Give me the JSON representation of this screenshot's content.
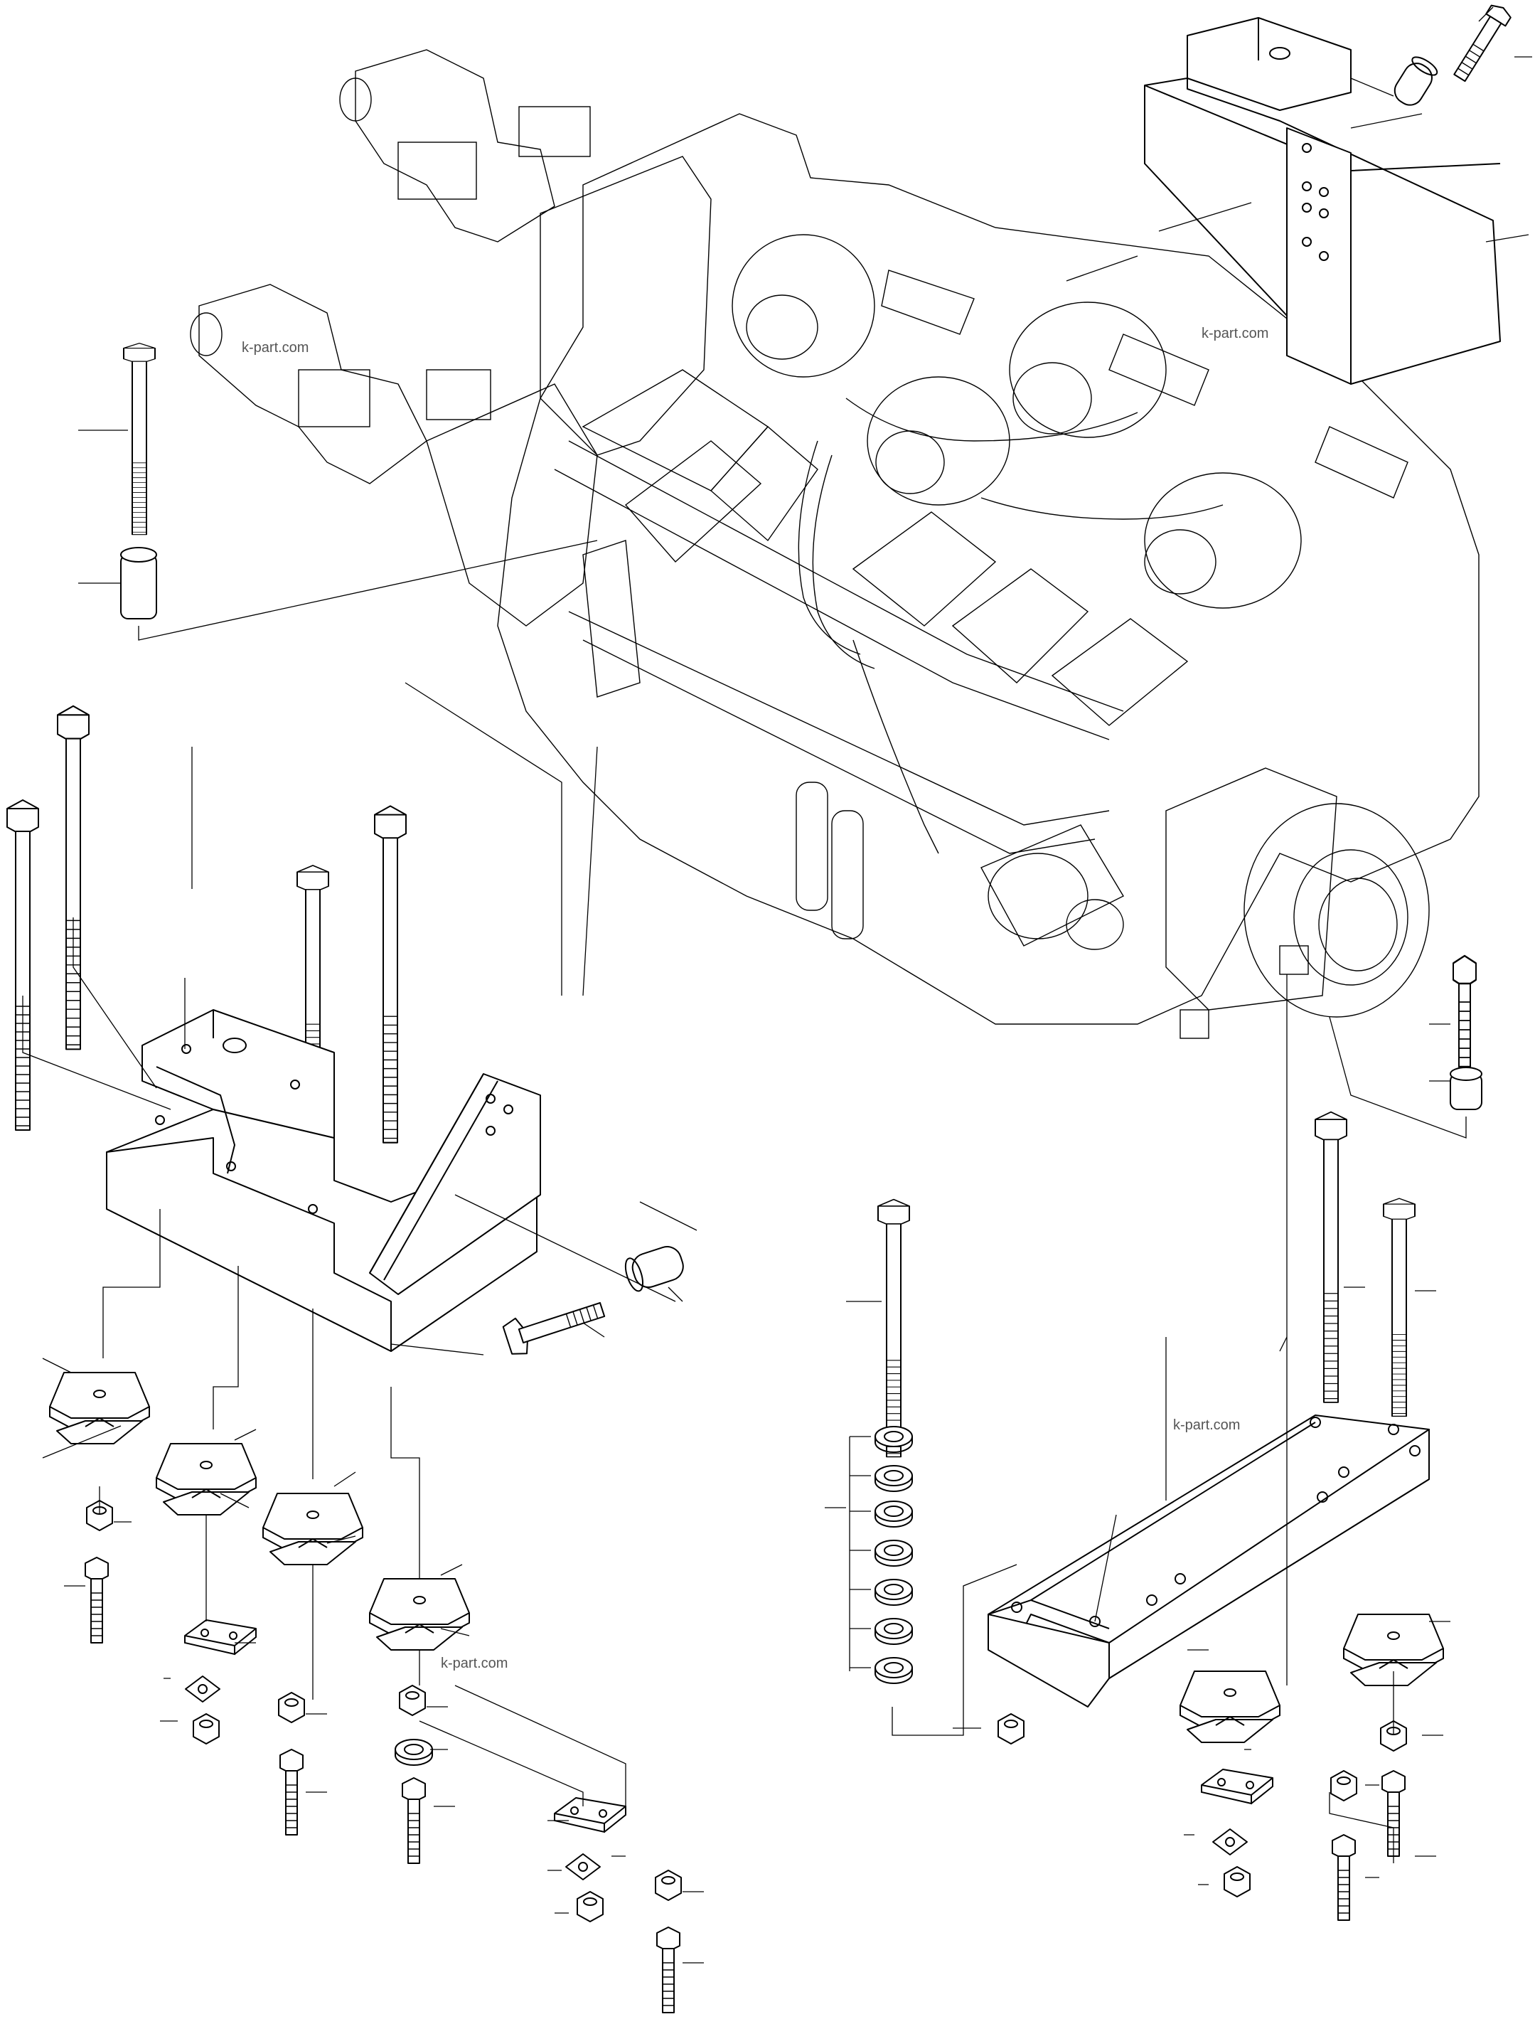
{
  "watermarks": [
    "k-part.com",
    "k-part.com",
    "k-part.com",
    "k-part.com"
  ],
  "colors": {
    "line": "#000000",
    "background": "#ffffff",
    "watermark": "#555555"
  }
}
